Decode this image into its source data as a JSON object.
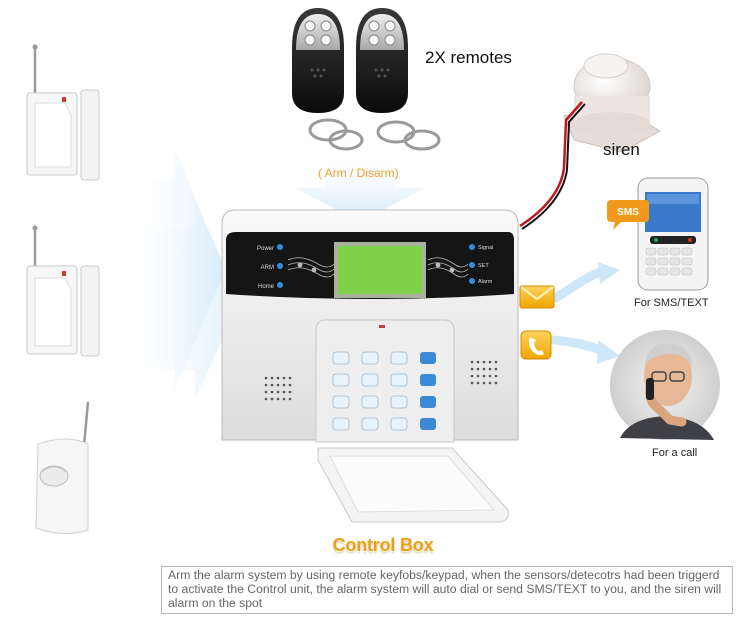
{
  "remotes": {
    "label": "2X remotes"
  },
  "arm_disarm": {
    "label": "( Arm / Disarm)"
  },
  "siren": {
    "label": "siren"
  },
  "sms": {
    "badge": "SMS",
    "label": "For SMS/TEXT"
  },
  "call": {
    "label": "For a call"
  },
  "control_box": {
    "title": "Control Box",
    "indicators_left": [
      "Power",
      "ARM",
      "Home"
    ],
    "indicators_right": [
      "Signal",
      "SET",
      "Alarm"
    ]
  },
  "description": "Arm the alarm system by using remote keyfobs/keypad, when the sensors/detecotrs had been triggerd to activate the Control unit, the alarm system will auto dial or send SMS/TEXT to you, and the siren will alarm on the spot",
  "colors": {
    "arrow": "#d6ecfb",
    "title": "#e8a21a",
    "panel_black": "#1a1a1a",
    "lcd": "#7fd14a",
    "indicator": "#2f8fe0",
    "siren_wire": "#c0161c"
  },
  "icons": [
    "remote-keyfob-icon",
    "door-sensor-icon",
    "pir-sensor-icon",
    "siren-icon",
    "envelope-icon",
    "phone-icon",
    "mobile-phone-icon"
  ]
}
